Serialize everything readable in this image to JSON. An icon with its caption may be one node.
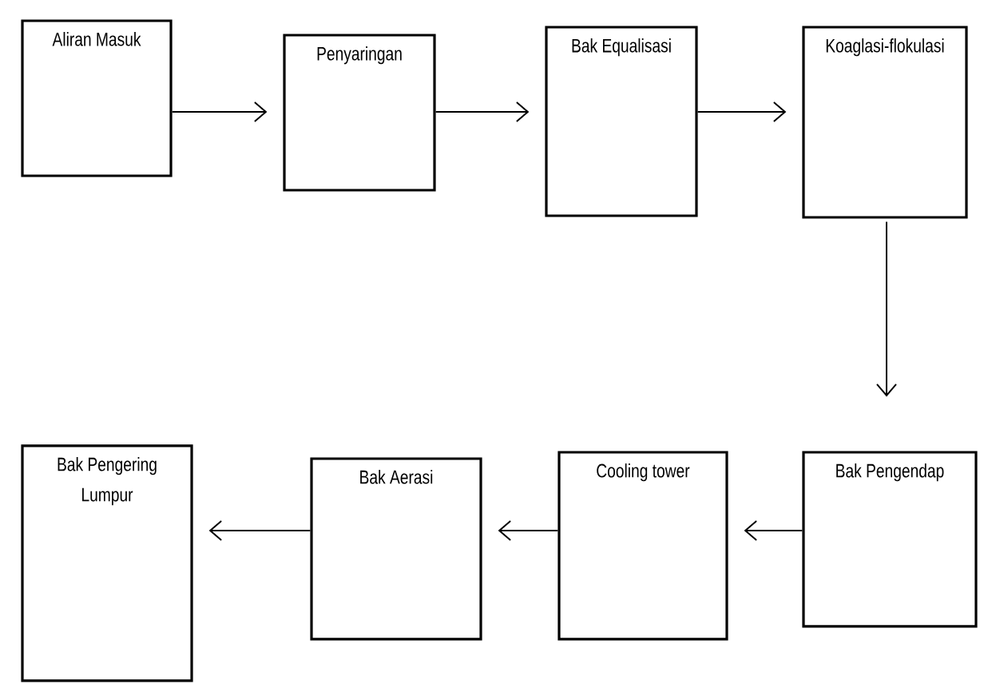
{
  "diagram": {
    "nodes": [
      {
        "text": [
          "Aliran Masuk"
        ]
      },
      {
        "text": [
          "Penyaringan"
        ]
      },
      {
        "text": [
          "Bak Equalisasi"
        ]
      },
      {
        "text": [
          "Koaglasi-flokulasi"
        ]
      },
      {
        "text": [
          "Bak Pengendap"
        ]
      },
      {
        "text": [
          "Cooling tower"
        ]
      },
      {
        "text": [
          "Bak Aerasi"
        ]
      },
      {
        "text": [
          "Bak Pengering Lumpur"
        ]
      }
    ],
    "edges": [
      {
        "from": 0,
        "to": 1,
        "arrow": "to"
      },
      {
        "from": 1,
        "to": 2,
        "arrow": "to"
      },
      {
        "from": 2,
        "to": 3,
        "arrow": "to"
      },
      {
        "from": 3,
        "to": 4,
        "arrow": "to"
      },
      {
        "from": 4,
        "to": 5,
        "arrow": "to"
      },
      {
        "from": 5,
        "to": 6,
        "arrow": "to"
      },
      {
        "from": 6,
        "to": 7,
        "arrow": "to"
      }
    ]
  }
}
